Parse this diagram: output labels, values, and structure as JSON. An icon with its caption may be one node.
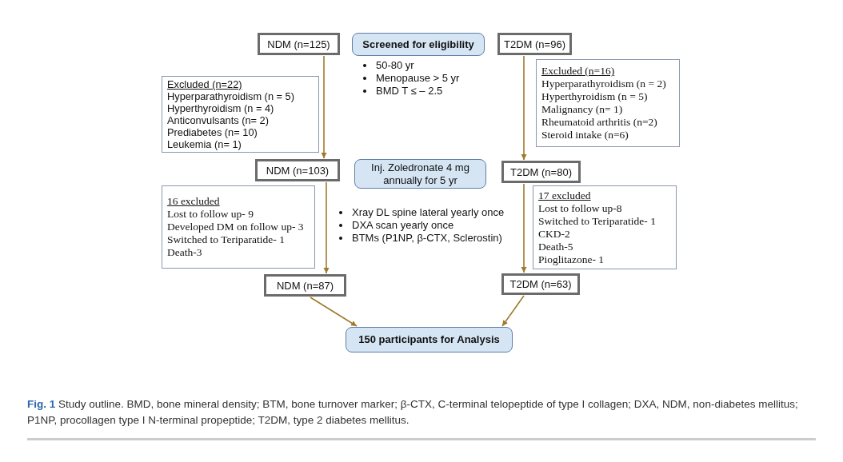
{
  "diagram": {
    "caption": "**Fig. 1** Study outline. BMD, bone mineral density; BTM, bone turnover marker; β-CTX, C-terminal telopeptide of type I collagen; DXA, NDM, non-diabetes mellitus; P1NP, procollagen type I N-terminal propeptide; T2DM, type 2 diabetes mellitus.",
    "nodes": [
      {
        "text": [
          "NDM (n=125)"
        ]
      },
      {
        "text": [
          "Screened for eligibility"
        ]
      },
      {
        "text": [
          "T2DM (n=96)"
        ]
      },
      {
        "text": [
          "Excluded (n=22)",
          "Hyperparathyroidism (n = 5)",
          "Hyperthyroidism (n = 4)",
          "Anticonvulsants (n= 2)",
          "Prediabetes (n= 10)",
          "Leukemia (n= 1)"
        ]
      },
      {
        "text": [
          "Excluded (n=16)",
          "Hyperparathyroidism (n = 2)",
          "Hyperthyroidism (n = 5)",
          "Malignancy (n= 1)",
          "Rheumatoid arthritis (n=2)",
          "Steroid intake (n=6)"
        ]
      },
      {
        "text": [
          "NDM (n=103)"
        ]
      },
      {
        "text": [
          "Inj. Zoledronate 4 mg annually for 5 yr"
        ]
      },
      {
        "text": [
          "T2DM (n=80)"
        ]
      },
      {
        "text": [
          "16 excluded",
          "Lost to follow up- 9",
          "Developed DM on follow up- 3",
          "Switched to Teriparatide- 1",
          "Death-3"
        ]
      },
      {
        "text": [
          "17 excluded",
          "Lost to follow up-8",
          "Switched to Teriparatide- 1",
          "CKD-2",
          "Death-5",
          "Pioglitazone- 1"
        ]
      },
      {
        "text": [
          "NDM (n=87)"
        ]
      },
      {
        "text": [
          "T2DM (n=63)"
        ]
      },
      {
        "text": [
          "150 participants for Analysis"
        ]
      }
    ],
    "edges": [
      {
        "from": 0,
        "to": 5,
        "arrow": "to"
      },
      {
        "from": 5,
        "to": 10,
        "arrow": "to"
      },
      {
        "from": 2,
        "to": 7,
        "arrow": "to"
      },
      {
        "from": 7,
        "to": 11,
        "arrow": "to"
      },
      {
        "from": 10,
        "to": 12,
        "arrow": "to"
      },
      {
        "from": 11,
        "to": 12,
        "arrow": "to"
      }
    ],
    "labels": [
      "50-80 yr",
      "Menopause > 5 yr",
      "BMD T ≤ – 2.5",
      "Xray DL spine lateral yearly once",
      "DXA scan yearly once",
      "BTMs (P1NP, β-CTX, Sclerostin)"
    ]
  }
}
